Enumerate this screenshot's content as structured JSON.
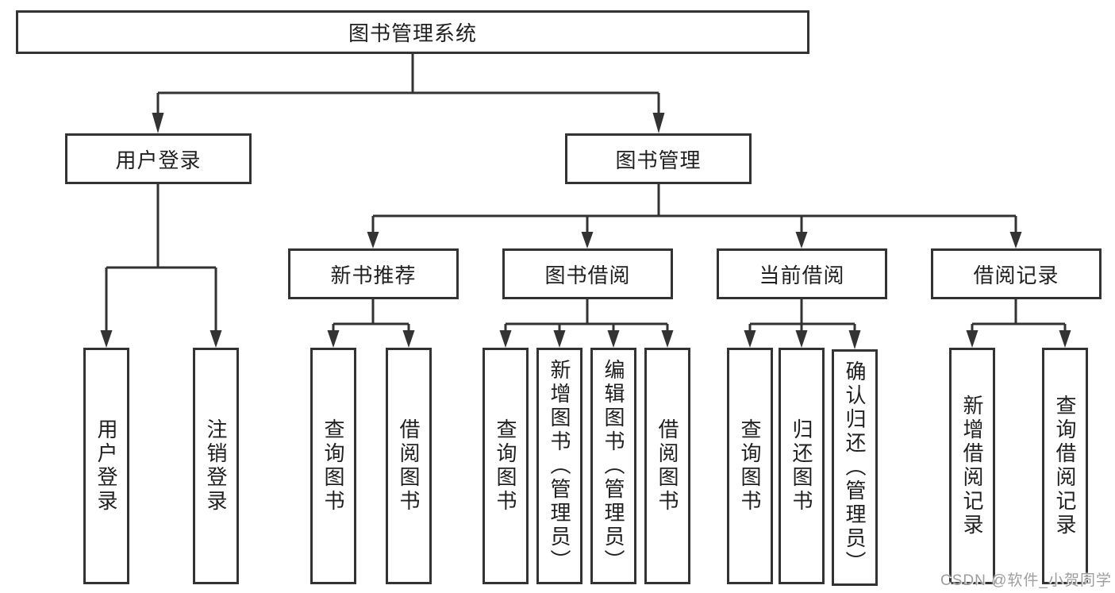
{
  "tree": {
    "root": {
      "label": "图书管理系统"
    },
    "branches": [
      {
        "label": "用户登录",
        "children": [
          {
            "label": "用户登录"
          },
          {
            "label": "注销登录"
          }
        ]
      },
      {
        "label": "图书管理",
        "children": [
          {
            "label": "新书推荐",
            "children": [
              {
                "label": "查询图书"
              },
              {
                "label": "借阅图书"
              }
            ]
          },
          {
            "label": "图书借阅",
            "children": [
              {
                "label": "查询图书"
              },
              {
                "label": "新增图书（管理员）"
              },
              {
                "label": "编辑图书（管理员）"
              },
              {
                "label": "借阅图书"
              }
            ]
          },
          {
            "label": "当前借阅",
            "children": [
              {
                "label": "查询图书"
              },
              {
                "label": "归还图书"
              },
              {
                "label": "确认归还（管理员）"
              }
            ]
          },
          {
            "label": "借阅记录",
            "children": [
              {
                "label": "新增借阅记录"
              },
              {
                "label": "查询借阅记录"
              }
            ]
          }
        ]
      }
    ]
  },
  "watermark": {
    "text": "CSDN @软件_小贺同学"
  },
  "colors": {
    "line": "#333333",
    "box_border": "#333333",
    "box_background": "#ffffff",
    "text": "#1f1f1f",
    "watermark": "#9e9e9e",
    "background": "#ffffff"
  }
}
